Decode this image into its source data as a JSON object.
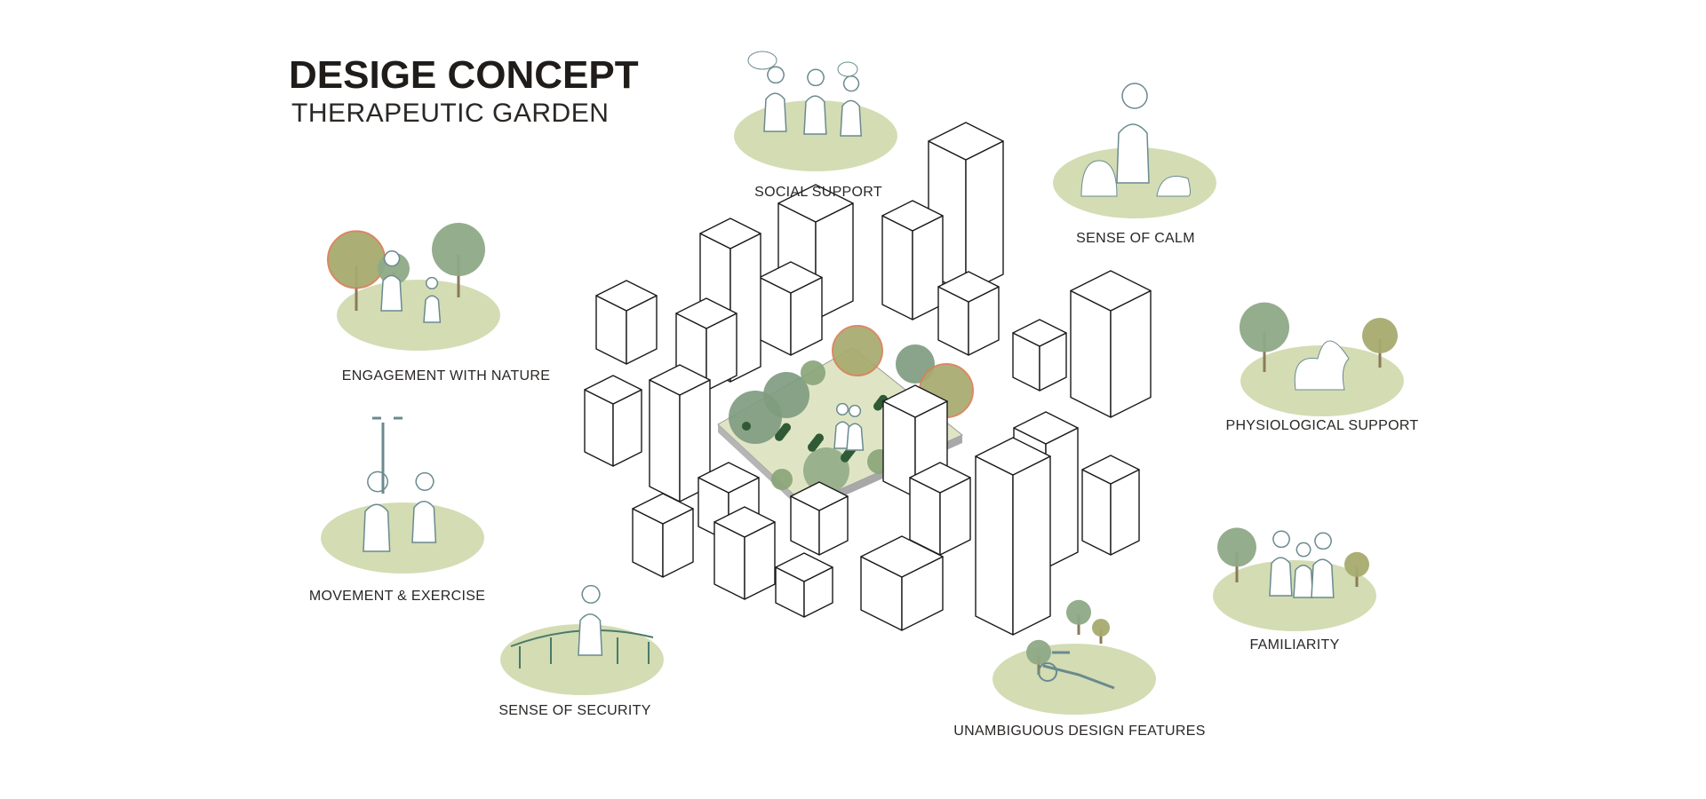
{
  "header": {
    "title": "DESIGE CONCEPT",
    "subtitle": "THERAPEUTIC GARDEN"
  },
  "concepts": [
    {
      "id": "social-support",
      "label": "SOCIAL SUPPORT",
      "icon": "people-talking-icon"
    },
    {
      "id": "sense-of-calm",
      "label": "SENSE OF CALM",
      "icon": "meditating-figures-icon"
    },
    {
      "id": "engagement-with-nature",
      "label": "ENGAGEMENT WITH NATURE",
      "icon": "trees-and-people-icon"
    },
    {
      "id": "physiological-support",
      "label": "PHYSIOLOGICAL SUPPORT",
      "icon": "seated-figures-icon"
    },
    {
      "id": "movement-exercise",
      "label": "MOVEMENT & EXERCISE",
      "icon": "exercise-figures-icon"
    },
    {
      "id": "familiarity",
      "label": "FAMILIARITY",
      "icon": "family-walking-icon"
    },
    {
      "id": "sense-of-security",
      "label": "SENSE OF SECURITY",
      "icon": "handrail-figure-icon"
    },
    {
      "id": "unambiguous-design-features",
      "label": "UNAMBIGUOUS DESIGN FEATURES",
      "icon": "wheelbarrow-icon"
    }
  ],
  "colors": {
    "lawn": "#d3dcb3",
    "tree_green": "#8ea987",
    "tree_olive": "#a7ab6e",
    "tree_outline": "#d9805a",
    "outline": "#1a1a1a",
    "text": "#2a2725"
  }
}
